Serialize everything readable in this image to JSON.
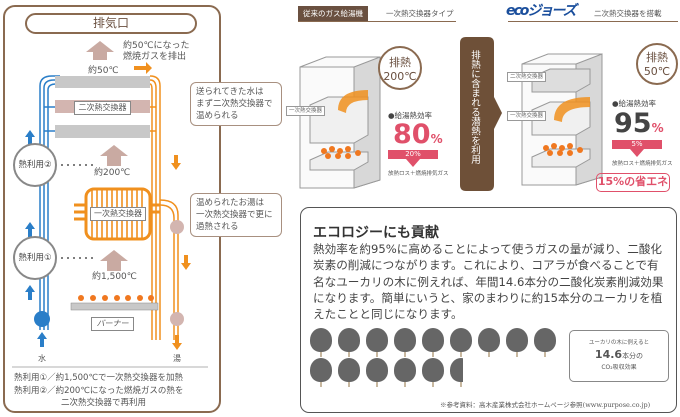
{
  "left": {
    "exhaust": "排気口",
    "exhaust_note": [
      "約50℃になった",
      "燃焼ガスを排出"
    ],
    "temp_top": "約50℃",
    "secondary_hx": "二次熱交換器",
    "heat_use_2": "熱利用②",
    "temp_mid": "約200℃",
    "primary_hx": "一次熱交換器",
    "heat_use_1": "熱利用①",
    "temp_burner": "約1,500℃",
    "burner": "バーナー",
    "water": "水",
    "hot_water": "湯",
    "callout_1": [
      "送られてきた水は",
      "まず二次熱交換器で",
      "温められる"
    ],
    "callout_2": [
      "温められたお湯は",
      "一次熱交換器で更に",
      "過熱される"
    ],
    "footnotes": [
      "熱利用①／約1,500℃で一次熱交換器を加熱",
      "熱利用②／約200℃になった燃焼ガスの熱を",
      "二次熱交換器で再利用"
    ]
  },
  "conventional": {
    "badge": "従来のガス給湯機",
    "type": "一次熱交換器タイプ",
    "exhaust_label": "排熱",
    "exhaust_temp": "200℃",
    "hx_tag": "一次熱交換器",
    "efficiency_label": "●給湯熱効率",
    "efficiency": "80",
    "pct": "%",
    "loss": "20%",
    "loss_label": "放熱ロス＋燃焼排気ガス"
  },
  "middle_arrow": "排熱に含まれる潜熱を利用",
  "eco": {
    "logo": "ecoジョーズ",
    "type": "二次熱交換器を搭載",
    "exhaust_label": "排熱",
    "exhaust_temp": "50℃",
    "hx_tag_2": "二次熱交換器",
    "hx_tag_1": "一次熱交換器",
    "efficiency_label": "●給湯熱効率",
    "efficiency": "95",
    "pct": "%",
    "loss": "5%",
    "loss_label": "放熱ロス＋燃焼排気ガス",
    "saving": "15%の省エネ"
  },
  "ecology": {
    "title": "エコロジーにも貢献",
    "body": "熱効率を約95%に高めることによって使うガスの量が減り、二酸化炭素の削減につながります。これにより、コアラが食べることで有名なユーカリの木に例えれば、年間14.6本分の二酸化炭素削減効果になります。簡単にいうと、家のまわりに約15本分のユーカリを植えたことと同じになります。",
    "trees": 14.6,
    "box": {
      "line1": "ユーカリの木に例えると",
      "number": "14.6",
      "unit": "本分の",
      "line3": "CO₂吸収効果"
    },
    "source": "※参考資料：高木産業株式会社ホームページ参照(www.purpose.co.jp)"
  },
  "colors": {
    "brown": "#8a6a50",
    "orange": "#f0901e",
    "blue": "#2a7ec8",
    "pink": "#e0506a"
  }
}
